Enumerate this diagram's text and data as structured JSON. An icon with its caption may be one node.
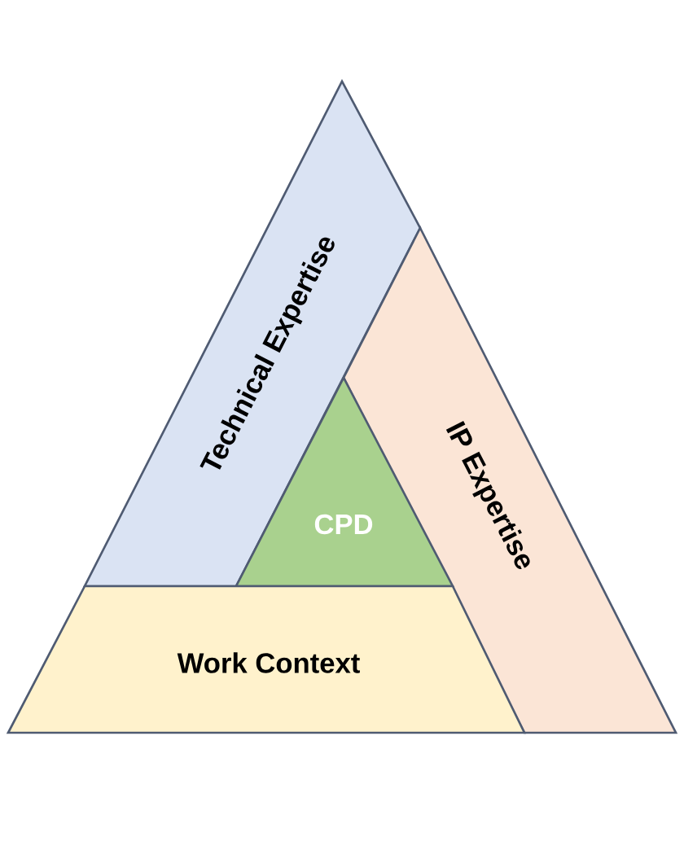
{
  "diagram": {
    "nodes": [
      {
        "text": [
          "Technical Expertise"
        ]
      },
      {
        "text": [
          "IP Expertise"
        ]
      },
      {
        "text": [
          "CPD"
        ]
      },
      {
        "text": [
          "Work Context"
        ]
      }
    ]
  }
}
